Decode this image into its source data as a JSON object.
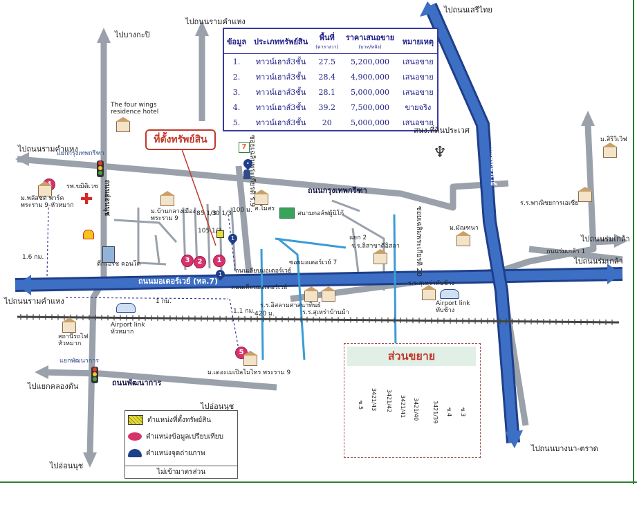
{
  "title": "ที่ตั้งทรัพย์สิน",
  "table": {
    "headers": [
      "ข้อมูล",
      "ประเภททรัพย์สิน",
      "พื้นที่",
      "ราคาเสนอขาย",
      "หมายเหตุ"
    ],
    "subheaders": [
      "",
      "",
      "(ตารางวา)",
      "(บาท/หลัง)",
      ""
    ],
    "rows": [
      [
        "1.",
        "ทาวน์เฮาส์3ชั้น",
        "27.5",
        "5,200,000",
        "เสนอขาย"
      ],
      [
        "2.",
        "ทาวน์เฮาส์3ชั้น",
        "28.4",
        "4,900,000",
        "เสนอขาย"
      ],
      [
        "3.",
        "ทาวน์เฮาส์3ชั้น",
        "28.1",
        "5,000,000",
        "เสนอขาย"
      ],
      [
        "4.",
        "ทาวน์เฮาส์3ชั้น",
        "39.2",
        "7,500,000",
        "ขายจริง"
      ],
      [
        "5.",
        "ทาวน์เฮาส์3ชั้น",
        "20",
        "5,000,000",
        "เสนอขาย"
      ]
    ]
  },
  "labels": {
    "to_bangkapi": "ไปบางกะปิ",
    "to_ramkhamhaeng_top": "ไปถนนรามคำแหง",
    "to_serithai": "ไปถนนเสรีไทย",
    "hotel": "The four wings\nresidence hotel",
    "intersection_krungthep": "แยกกรุงเทพกรีฑา",
    "to_ramkhamhaeng_left": "ไปถนนรามคำแหง",
    "hospital": "รพ.ขมิติเวช",
    "village_banklangmuang": "ม.บ้านกลางเมือง\nพระราม 9",
    "condo": "ตึกไอริช คอนโด",
    "village_plus": "ม.พลัสซิตี้ พาร์ค\nพระราม 9-หัวหมาก",
    "dist_16": "1.6 กม.",
    "road_krungthep": "ถนนกรุงเทพกรีฑา",
    "samaesorn": "ส.ไมสร",
    "golf": "สนามกอล์ฟผู้นิโก้",
    "soi_motorway_7": "ซอยมอเตอร์เวย์ 7",
    "soi2": "แยก 2",
    "school_lamai": "ร.ร.ลิสาขาดีอิสลา",
    "school_sanamsam": "ร.ร.อิสลามศาสนาทินธ์",
    "school_sukrabanma": "ร.ร.สุเหร่าบ้านม้า",
    "school_sukrahabchang": "ร.ร.สุเหร่าทับช้าง",
    "school_phanich": "ร.ร.พาณิชยการเอเซีย",
    "village_siriwat": "ม.สิริวิเวิฟ",
    "village_manjana": "ม.มัณฑนา",
    "land_office": "สนง.ที่ดินประเวศ",
    "road_motorway": "ถนนมอเตอร์เวย์ (ทล.7)",
    "road_motorway_2": "ถนนเลียบมอเตอร์เวย์",
    "road_motorway_3": "ถนนเลียบมอเตอร์เวย์",
    "to_ramkhamhaeng_bottom": "ไปถนนรามคำแหง",
    "to_romklao": "ไปถนนร่มเกล้า",
    "road_romklao": "ถนนร่มเกล้า 1",
    "dist_1km": "1 กม.",
    "dist_11km": "1.1 กม.",
    "dist_420m": "420 ม.",
    "dist_100m": "100 ม.",
    "soi_305": "30 1/3",
    "soi_851": "85 1/3",
    "soi_1051": "105 1/3",
    "airport_huamak": "Airport link\nหัวหมาก",
    "station_huamak": "สถานีรถไฟ\nหัวหมาก",
    "airport_tabchang": "Airport link\nทับช้าง",
    "intersection_phatthanakan": "แยกพัฒนาการ",
    "road_phatthanakan": "ถนนพัฒนาการ",
    "to_onnut_bottom": "ไปอ่อนนุช",
    "to_onnut_right": "ไปอ่อนนุช",
    "to_khlongtan": "ไปแยกคลองตัน",
    "village_dacasa": "ม.เดอะเมเปิลโมไทร พระราม 9",
    "to_bangna": "ไปถนนบางนา-ตราด",
    "road_motorway_v": "ถนนมอเตอร์เวย์",
    "soi_chalerm": "ซอยเฉลิมพระเกียรติ ร.9",
    "road_sukhumvit77": "ถนนอ่อนนุช",
    "soi_r9_20": "ซอยเฉลิมพระเกียรติ 20",
    "soi_motorway_v": "ถนนมอเตอร์เวย์",
    "ramkhamhaeng_bottom_left": "ไปถนนรามคำแหง"
  },
  "inset": {
    "title": "ส่วนขยาย",
    "plots": [
      "3421/43",
      "3421/42",
      "3421/41",
      "3421/40",
      "3421/39"
    ],
    "lanes": [
      "ซ.5",
      "ซ.4",
      "ซ.3"
    ]
  },
  "legend": {
    "rows": [
      "ตำแหน่งที่ตั้งทรัพย์สิน",
      "ตำแหน่งข้อมูลเปรียบเทียบ",
      "ตำแหน่งจุดถ่ายภาพ"
    ],
    "footer": "ไม่เข้ามาตรส่วน"
  },
  "markers": [
    "1",
    "2",
    "3",
    "4",
    "5"
  ],
  "colors": {
    "road": "#9aa1ab",
    "motorway": "#3d6fc4",
    "motorway_edge": "#1f3f8a",
    "canal": "#3a9bd6",
    "marker": "#d6336c",
    "subject": "#e6dc3a",
    "callout": "#c0392b"
  }
}
